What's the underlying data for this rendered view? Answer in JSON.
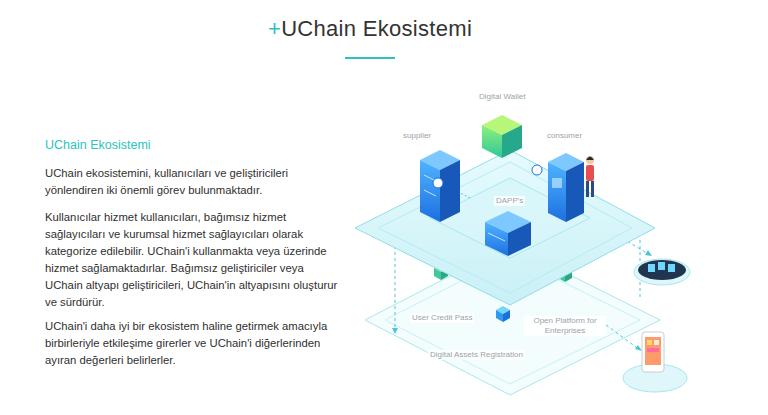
{
  "diagram": {
    "title": "+UChain Ekosistemi",
    "labels": [
      "UChain Ekosistemi",
      "UChain ekosistemini, kullanıcıları ve geliştiricileri yönlendiren iki önemli görev bulunmaktadır.",
      "Kullanıcılar hizmet kullanıcıları, bağımsız hizmet sağlayıcıları ve kurumsal hizmet sağlayıcıları olarak kategorize edilebilir. UChain'i kullanmakta veya üzerinde hizmet sağlamaktadırlar. Bağımsız geliştiriciler veya UChain altyapı geliştiricileri, UChain'in altyapısını oluşturur ve sürdürür.",
      "UChain'i daha iyi bir ekosistem haline getirmek amacıyla birbirleriyle etkileşime girerler ve UChain'i diğerlerinden ayıran değerleri belirlerler.",
      "Digital Wallet",
      "supplier",
      "consumer",
      "DAPP's",
      "User Credit Pass",
      "Open Platform for Enterprises",
      "Digital Assets Registration"
    ]
  }
}
